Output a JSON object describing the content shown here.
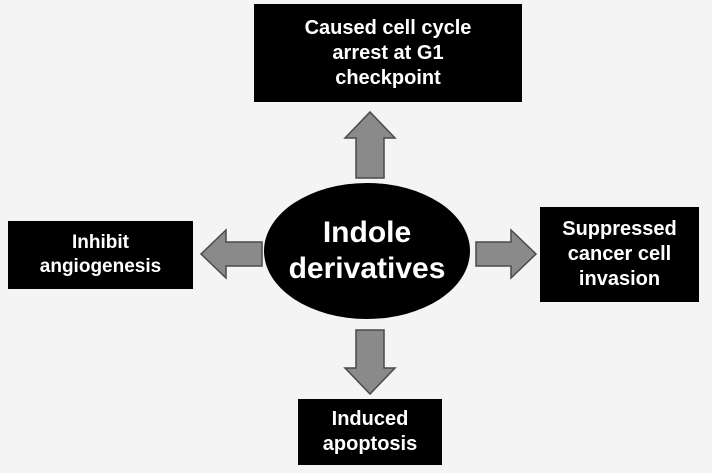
{
  "center": {
    "label": "Indole\nderivatives"
  },
  "outcomes": {
    "top": "Caused cell cycle\narrest at G1\ncheckpoint",
    "left": "Inhibit\nangiogenesis",
    "right": "Suppressed\ncancer cell\ninvasion",
    "bottom": "Induced\napoptosis"
  },
  "colors": {
    "background": "#f4f4f4",
    "box_fill": "#000000",
    "box_text": "#ffffff",
    "arrow_fill": "#8a8a8a",
    "arrow_stroke": "#4a4a4a"
  }
}
